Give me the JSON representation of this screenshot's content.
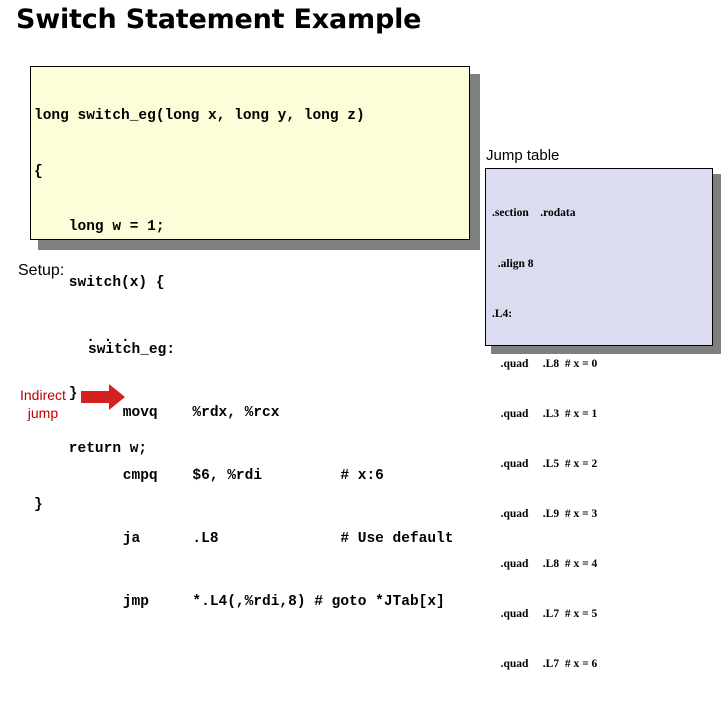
{
  "title": "Switch Statement Example",
  "code": {
    "lines": [
      "long switch_eg(long x, long y, long z)",
      "{",
      "    long w = 1;",
      "    switch(x) {",
      "      . . .",
      "    }",
      "    return w;",
      "}"
    ]
  },
  "jump_table": {
    "label": "Jump table",
    "lines": [
      ".section    .rodata",
      "  .align 8",
      ".L4:",
      "   .quad     .L8  # x = 0",
      "   .quad     .L3  # x = 1",
      "   .quad     .L5  # x = 2",
      "   .quad     .L9  # x = 3",
      "   .quad     .L8  # x = 4",
      "   .quad     .L7  # x = 5",
      "   .quad     .L7  # x = 6"
    ]
  },
  "setup": {
    "label": "Setup:",
    "lines": [
      "switch_eg:",
      "    movq    %rdx, %rcx",
      "    cmpq    $6, %rdi         # x:6",
      "    ja      .L8              # Use default",
      "    jmp     *.L4(,%rdi,8) # goto *JTab[x]"
    ]
  },
  "annotation": {
    "line1": "Indirect",
    "line2": "jump",
    "color": "#c00000"
  }
}
